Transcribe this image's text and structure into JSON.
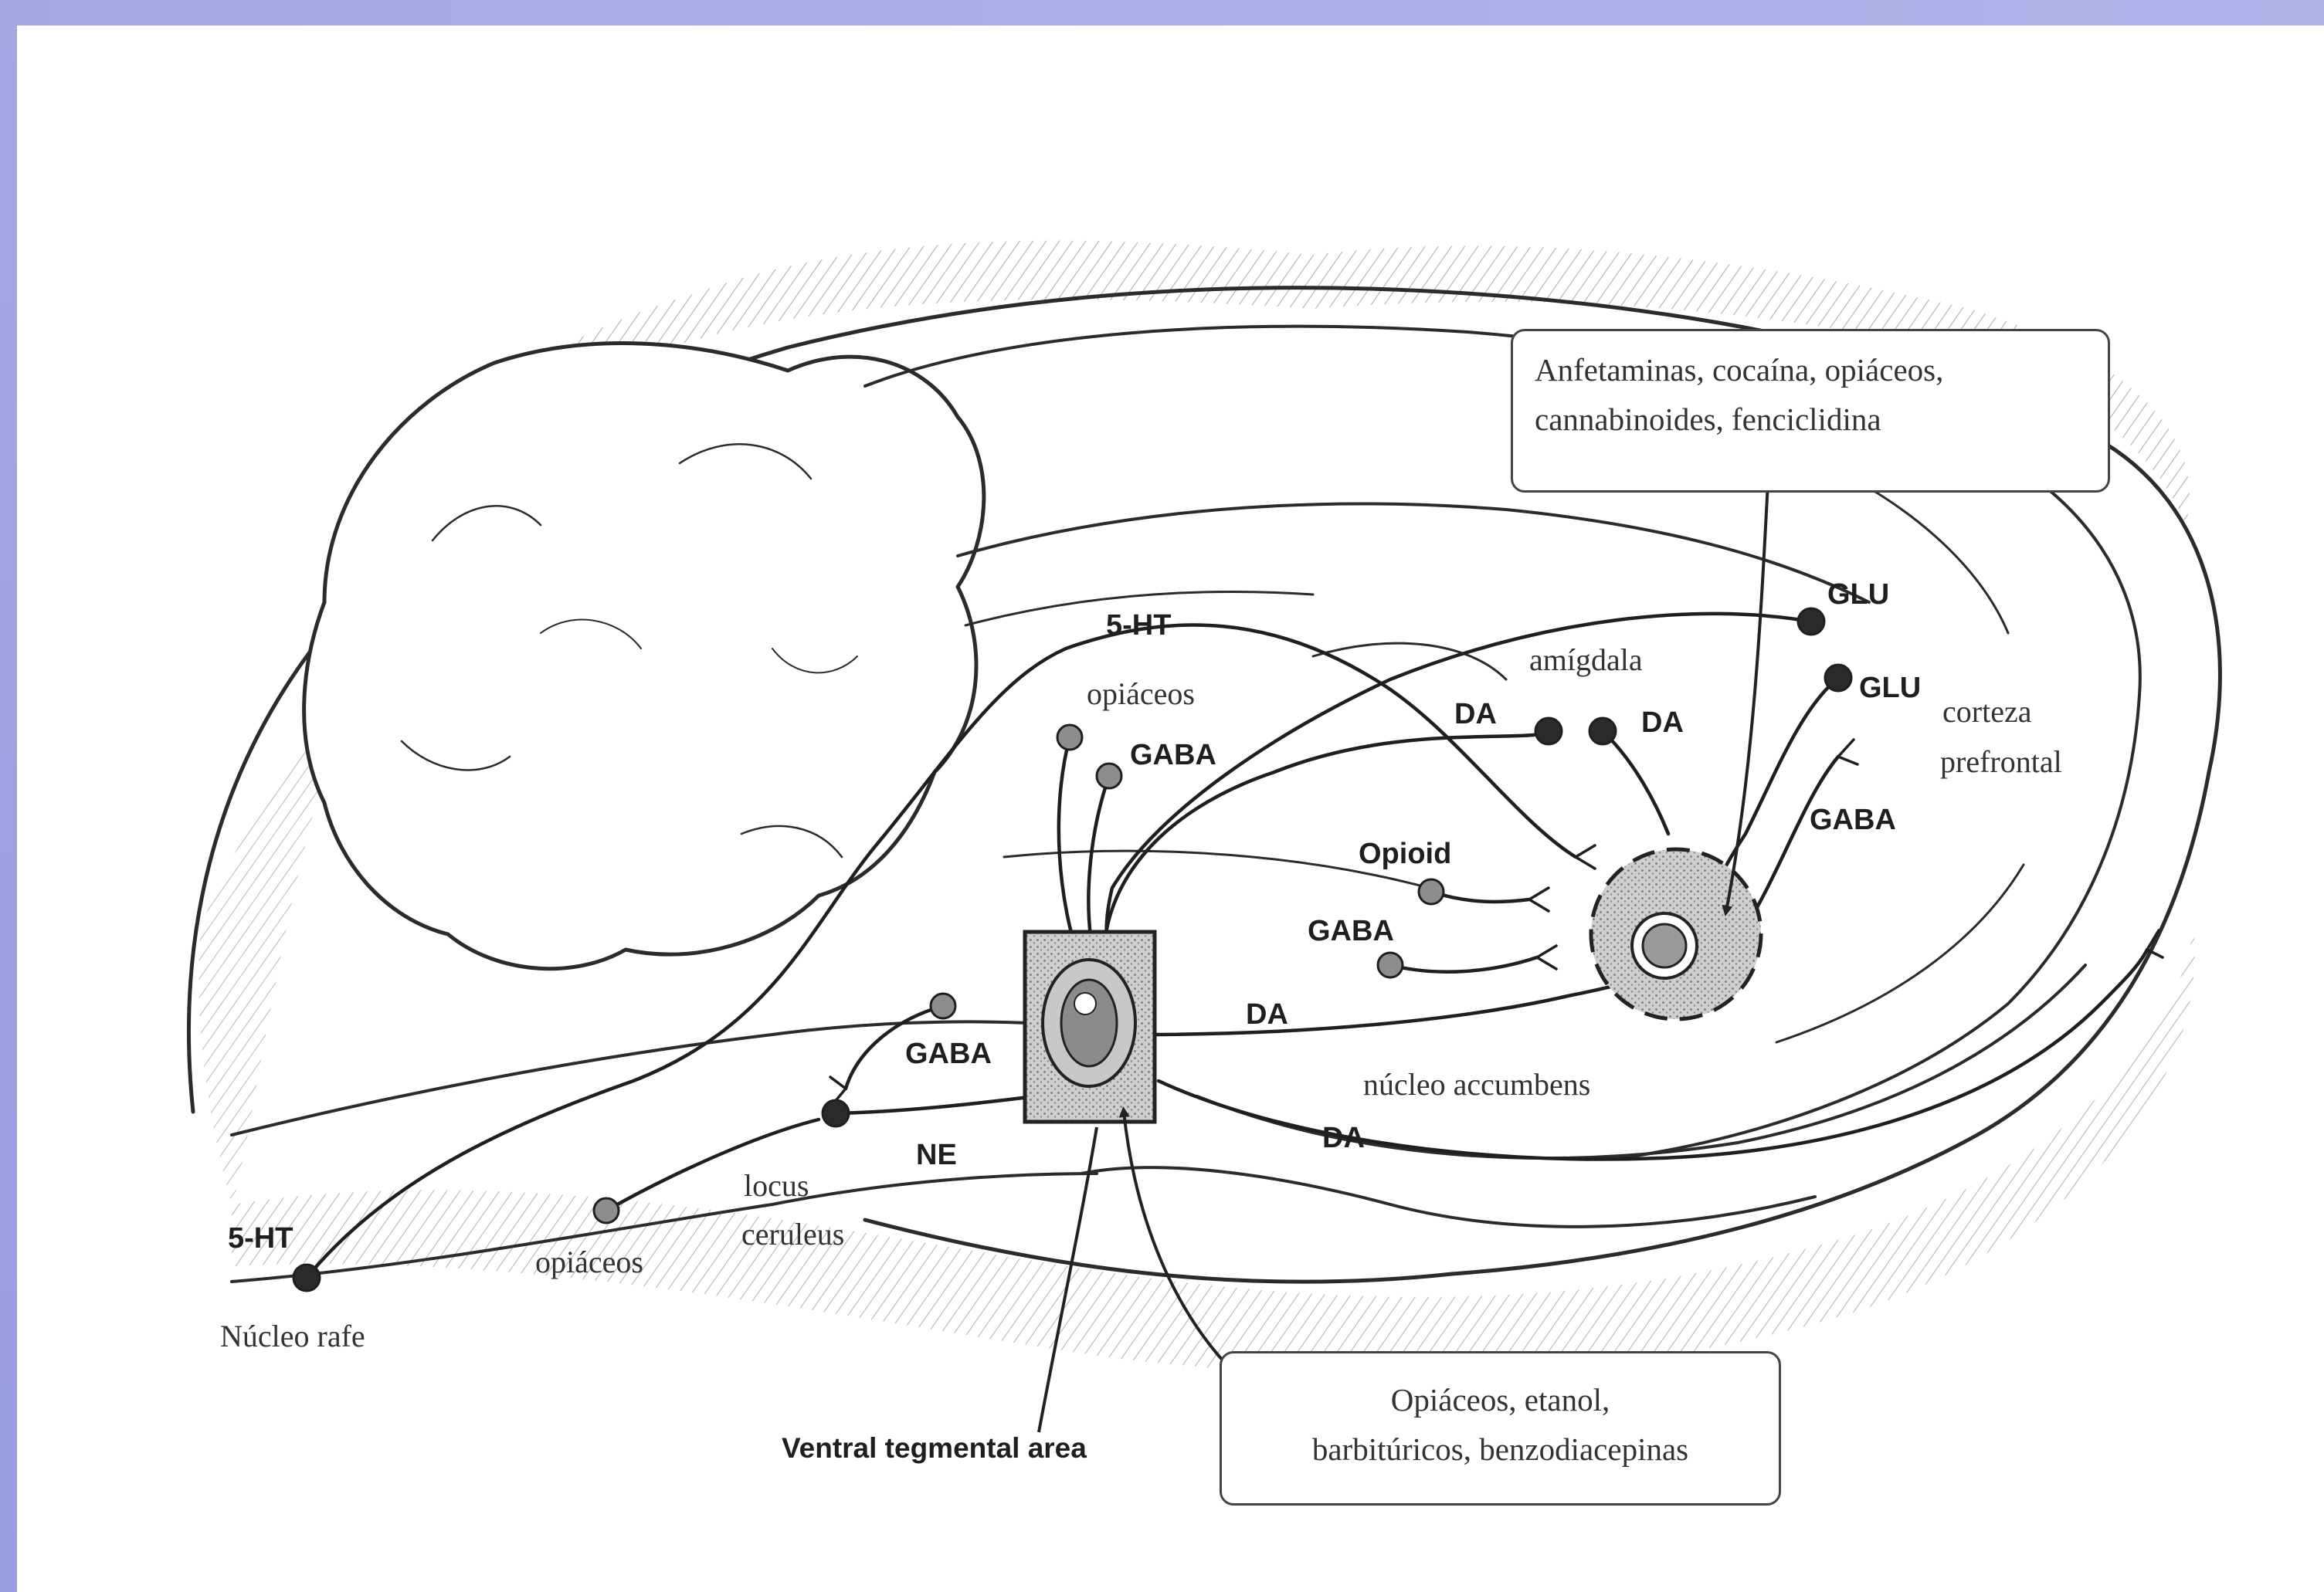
{
  "callouts": {
    "top": [
      "Anfetaminas, cocaína, opiáceos,",
      "cannabinoides, fenciclidina"
    ],
    "bottom": [
      "Opiáceos, etanol,",
      "barbitúricos, benzodiacepinas"
    ]
  },
  "labels": {
    "raphe_5ht": "5-HT",
    "raphe_name": "Núcleo rafe",
    "upper_5ht": "5-HT",
    "opiaceos_upper": "opiáceos",
    "gaba_upper": "GABA",
    "glu1": "GLU",
    "glu2": "GLU",
    "amigdala": "amígdala",
    "da_left": "DA",
    "da_right": "DA",
    "corteza": "corteza",
    "prefrontal": "prefrontal",
    "gaba_pfc": "GABA",
    "opioid": "Opioid",
    "gaba_mid": "GABA",
    "da_vta": "DA",
    "nucleo_accumbens": "núcleo accumbens",
    "da_lower": "DA",
    "gaba_lc": "GABA",
    "ne": "NE",
    "locus": "locus",
    "ceruleus": "ceruleus",
    "opiaceos_lower": "opiáceos",
    "vta": "Ventral tegmental area"
  },
  "colors": {
    "frame": "#a7a7e2",
    "ink": "#1f1f1f",
    "neuron_light": "#8d8d8d",
    "neuron_dark": "#2a2a2a",
    "nucleus_fill": "#b9b9b9"
  }
}
